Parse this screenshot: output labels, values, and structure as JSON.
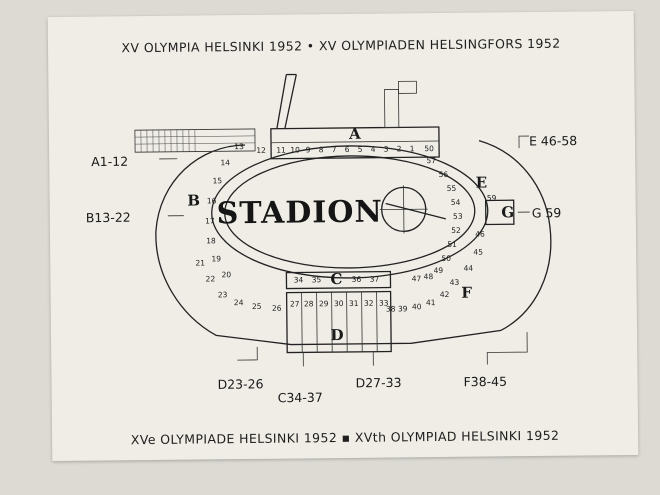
{
  "headers": {
    "top": "XV OLYMPIA HELSINKI 1952 • XV OLYMPIADEN HELSINGFORS 1952",
    "bottom": "XVe OLYMPIADE HELSINKI 1952 ▪ XVth OLYMPIAD HELSINKI 1952"
  },
  "stadium_label": "STADION",
  "sections": {
    "A": "A",
    "B": "B",
    "C": "C",
    "D": "D",
    "E": "E",
    "F": "F",
    "G": "G"
  },
  "gates": {
    "a": "A1-12",
    "b": "B13-22",
    "e": "E 46-58",
    "g": "G 59",
    "d_left": "D23-26",
    "c": "C34-37",
    "d_right": "D27-33",
    "f": "F38-45"
  },
  "blocks": {
    "a_row": [
      "11",
      "10",
      "9",
      "8",
      "7",
      "6",
      "5",
      "4",
      "3",
      "2",
      "1"
    ],
    "c_row": [
      "34",
      "35",
      "36",
      "37"
    ],
    "d_row": [
      "27",
      "28",
      "29",
      "30",
      "31",
      "32",
      "33"
    ],
    "left_arc": [
      "13",
      "14",
      "15",
      "16",
      "17",
      "18",
      "19",
      "20",
      "21",
      "22",
      "23",
      "24",
      "25",
      "26"
    ],
    "right_arc": [
      "50",
      "57",
      "56",
      "55",
      "54",
      "53",
      "52",
      "51",
      "50",
      "49",
      "48",
      "47",
      "46",
      "45",
      "44",
      "43",
      "42",
      "41",
      "40",
      "39",
      "38"
    ],
    "single": {
      "b12": "12",
      "g59": "59"
    }
  }
}
